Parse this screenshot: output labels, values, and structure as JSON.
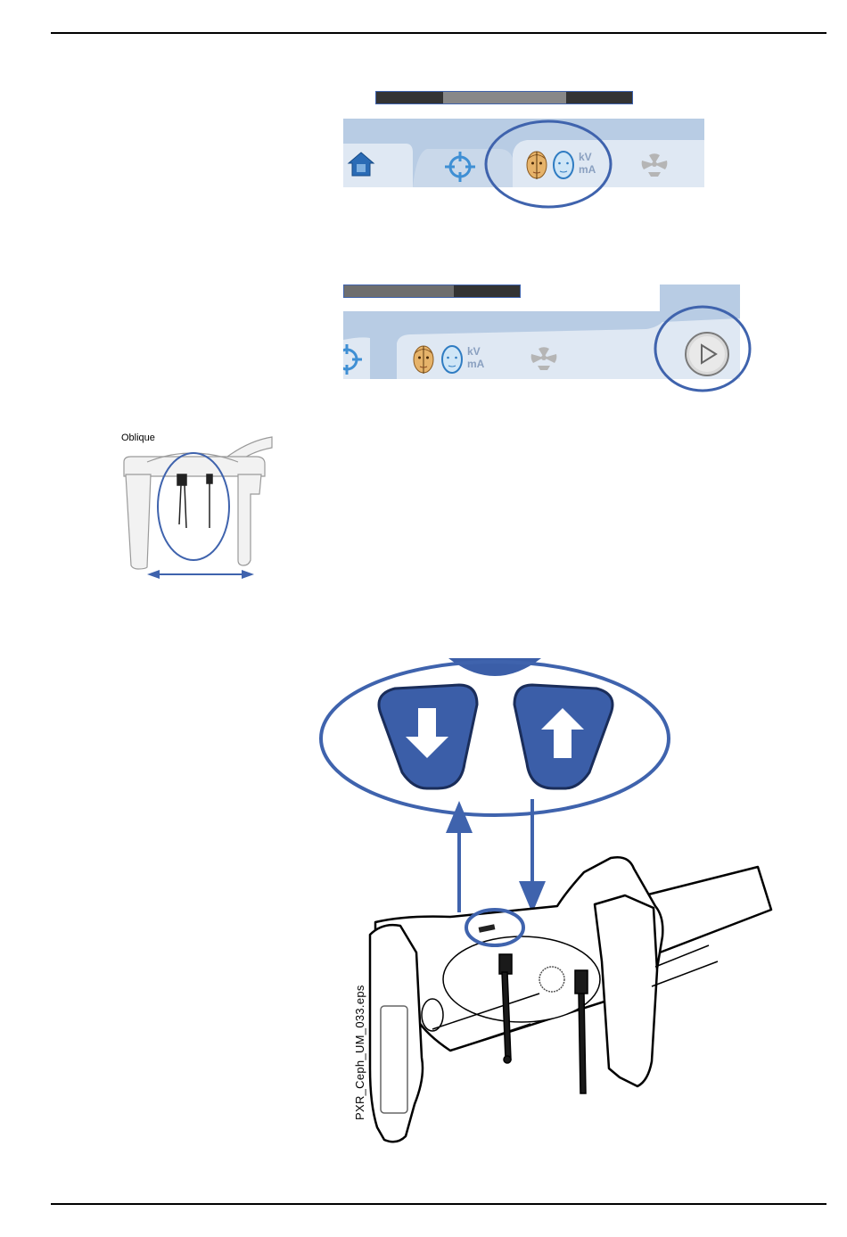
{
  "toolbar_one": {
    "kv_label": "kV",
    "ma_label": "mA"
  },
  "toolbar_two": {
    "kv_label": "kV",
    "ma_label": "mA"
  },
  "cephalostat_view": {
    "label": "Oblique"
  },
  "figure": {
    "file_label": "PXR_Ceph_UM_033.eps"
  },
  "colors": {
    "highlight_blue": "#3f63ad",
    "panel_blue": "#b8cce4",
    "tab_light": "#dfe8f3",
    "button_blue": "#3b5ea8"
  }
}
